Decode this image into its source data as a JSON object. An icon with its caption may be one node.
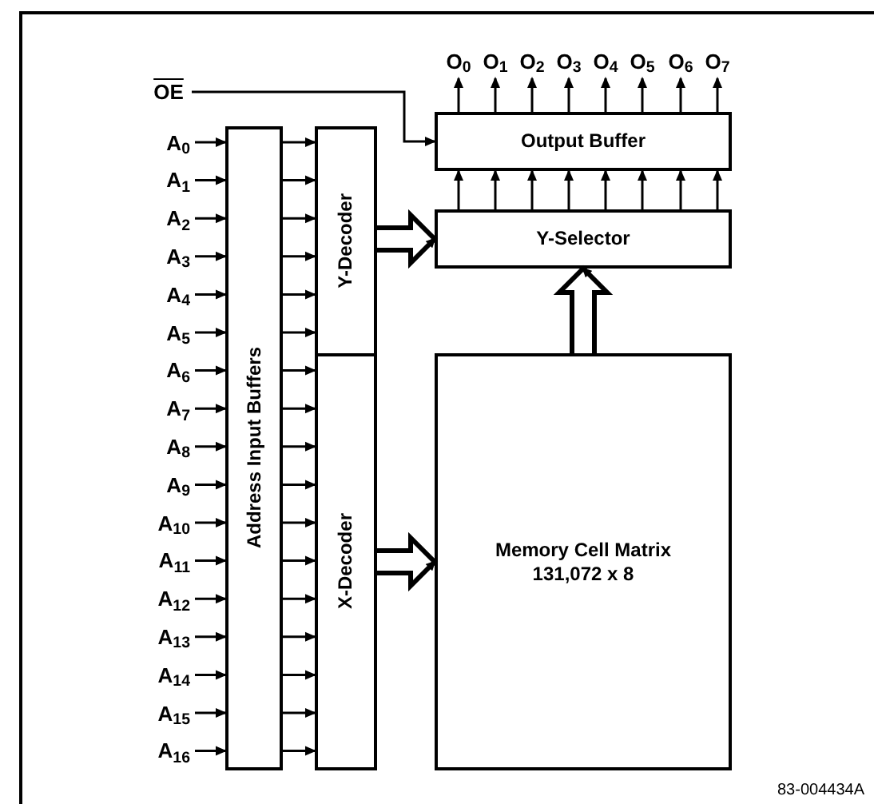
{
  "diagram": {
    "nodes": [
      {
        "text": [
          "Address Input Buffers"
        ]
      },
      {
        "text": [
          "Y-Decoder"
        ]
      },
      {
        "text": [
          "X-Decoder"
        ]
      },
      {
        "text": [
          "Output Buffer"
        ]
      },
      {
        "text": [
          "Y-Selector"
        ]
      },
      {
        "text": [
          "Memory Cell Matrix",
          "131,072 x 8"
        ]
      },
      {
        "text": [
          "OE"
        ]
      },
      {
        "text": [
          "A$_{0}$"
        ]
      },
      {
        "text": [
          "A$_{1}$"
        ]
      },
      {
        "text": [
          "A$_{2}$"
        ]
      },
      {
        "text": [
          "A$_{3}$"
        ]
      },
      {
        "text": [
          "A$_{4}$"
        ]
      },
      {
        "text": [
          "A$_{5}$"
        ]
      },
      {
        "text": [
          "A$_{6}$"
        ]
      },
      {
        "text": [
          "A$_{7}$"
        ]
      },
      {
        "text": [
          "A$_{8}$"
        ]
      },
      {
        "text": [
          "A$_{9}$"
        ]
      },
      {
        "text": [
          "A$_{10}$"
        ]
      },
      {
        "text": [
          "A$_{11}$"
        ]
      },
      {
        "text": [
          "A$_{12}$"
        ]
      },
      {
        "text": [
          "A$_{13}$"
        ]
      },
      {
        "text": [
          "A$_{14}$"
        ]
      },
      {
        "text": [
          "A$_{15}$"
        ]
      },
      {
        "text": [
          "A$_{16}$"
        ]
      },
      {
        "text": [
          "O$_{0}$"
        ]
      },
      {
        "text": [
          "O$_{1}$"
        ]
      },
      {
        "text": [
          "O$_{2}$"
        ]
      },
      {
        "text": [
          "O$_{3}$"
        ]
      },
      {
        "text": [
          "O$_{4}$"
        ]
      },
      {
        "text": [
          "O$_{5}$"
        ]
      },
      {
        "text": [
          "O$_{6}$"
        ]
      },
      {
        "text": [
          "O$_{7}$"
        ]
      }
    ],
    "edges": [
      {
        "from": 7,
        "to": 0,
        "arrow": "to"
      },
      {
        "from": 8,
        "to": 0,
        "arrow": "to"
      },
      {
        "from": 9,
        "to": 0,
        "arrow": "to"
      },
      {
        "from": 10,
        "to": 0,
        "arrow": "to"
      },
      {
        "from": 11,
        "to": 0,
        "arrow": "to"
      },
      {
        "from": 12,
        "to": 0,
        "arrow": "to"
      },
      {
        "from": 13,
        "to": 0,
        "arrow": "to"
      },
      {
        "from": 14,
        "to": 0,
        "arrow": "to"
      },
      {
        "from": 15,
        "to": 0,
        "arrow": "to"
      },
      {
        "from": 16,
        "to": 0,
        "arrow": "to"
      },
      {
        "from": 17,
        "to": 0,
        "arrow": "to"
      },
      {
        "from": 18,
        "to": 0,
        "arrow": "to"
      },
      {
        "from": 19,
        "to": 0,
        "arrow": "to"
      },
      {
        "from": 20,
        "to": 0,
        "arrow": "to"
      },
      {
        "from": 21,
        "to": 0,
        "arrow": "to"
      },
      {
        "from": 22,
        "to": 0,
        "arrow": "to"
      },
      {
        "from": 23,
        "to": 0,
        "arrow": "to"
      },
      {
        "from": 0,
        "to": 1,
        "arrow": "to"
      },
      {
        "from": 0,
        "to": 1,
        "arrow": "to"
      },
      {
        "from": 0,
        "to": 1,
        "arrow": "to"
      },
      {
        "from": 0,
        "to": 1,
        "arrow": "to"
      },
      {
        "from": 0,
        "to": 1,
        "arrow": "to"
      },
      {
        "from": 0,
        "to": 1,
        "arrow": "to"
      },
      {
        "from": 0,
        "to": 2,
        "arrow": "to"
      },
      {
        "from": 0,
        "to": 2,
        "arrow": "to"
      },
      {
        "from": 0,
        "to": 2,
        "arrow": "to"
      },
      {
        "from": 0,
        "to": 2,
        "arrow": "to"
      },
      {
        "from": 0,
        "to": 2,
        "arrow": "to"
      },
      {
        "from": 0,
        "to": 2,
        "arrow": "to"
      },
      {
        "from": 0,
        "to": 2,
        "arrow": "to"
      },
      {
        "from": 0,
        "to": 2,
        "arrow": "to"
      },
      {
        "from": 0,
        "to": 2,
        "arrow": "to"
      },
      {
        "from": 0,
        "to": 2,
        "arrow": "to"
      },
      {
        "from": 0,
        "to": 2,
        "arrow": "to"
      },
      {
        "from": 1,
        "to": 4,
        "arrow": "to",
        "style": "thick"
      },
      {
        "from": 2,
        "to": 5,
        "arrow": "to",
        "style": "thick"
      },
      {
        "from": 5,
        "to": 4,
        "arrow": "to",
        "style": "thick"
      },
      {
        "from": 4,
        "to": 3,
        "arrow": "to"
      },
      {
        "from": 4,
        "to": 3,
        "arrow": "to"
      },
      {
        "from": 4,
        "to": 3,
        "arrow": "to"
      },
      {
        "from": 4,
        "to": 3,
        "arrow": "to"
      },
      {
        "from": 4,
        "to": 3,
        "arrow": "to"
      },
      {
        "from": 4,
        "to": 3,
        "arrow": "to"
      },
      {
        "from": 4,
        "to": 3,
        "arrow": "to"
      },
      {
        "from": 4,
        "to": 3,
        "arrow": "to"
      },
      {
        "from": 6,
        "to": 3,
        "arrow": "to"
      },
      {
        "from": 3,
        "to": 24,
        "arrow": "to"
      },
      {
        "from": 3,
        "to": 25,
        "arrow": "to"
      },
      {
        "from": 3,
        "to": 26,
        "arrow": "to"
      },
      {
        "from": 3,
        "to": 27,
        "arrow": "to"
      },
      {
        "from": 3,
        "to": 28,
        "arrow": "to"
      },
      {
        "from": 3,
        "to": 29,
        "arrow": "to"
      },
      {
        "from": 3,
        "to": 30,
        "arrow": "to"
      },
      {
        "from": 3,
        "to": 31,
        "arrow": "to"
      }
    ],
    "labels": [
      "83-004434A"
    ]
  }
}
